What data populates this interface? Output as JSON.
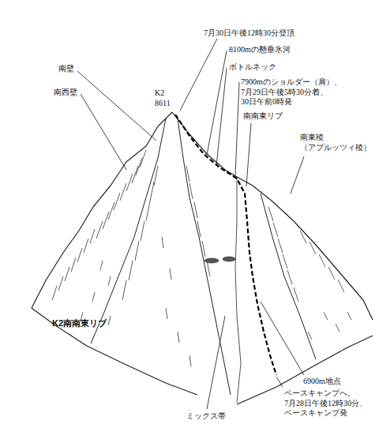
{
  "diagram": {
    "caption": "K2南南東リブ",
    "labels": [
      "7月30日午後12時30分登頂",
      "8100mの懸垂氷河",
      "ボトルネック",
      "7900mのショルダー（肩）、 7月29日午後5時30分着、 30日午前0時発",
      "南南東リブ",
      "南東稜 （アブルッツィ稜）",
      "K2 8611",
      "南壁",
      "南西壁",
      "6900m地点",
      "ミックス帯",
      "ベースキャンプへ。 7月28日午後12時30分、 ベースキャンプ発"
    ]
  }
}
